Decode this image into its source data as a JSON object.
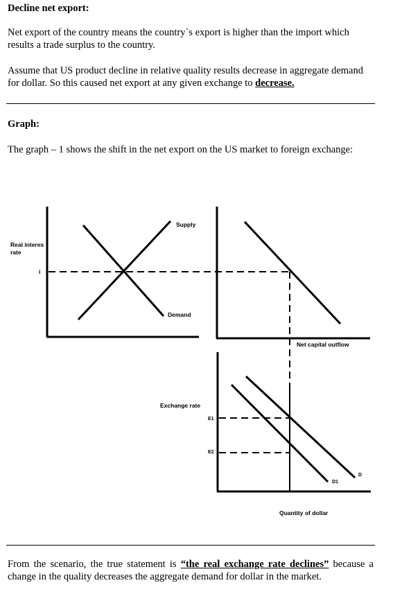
{
  "heading": "Decline net export:",
  "para1": "Net export of the country means the country`s export is higher than the import which results a trade surplus to the country.",
  "para2_prefix": "Assume that US product decline in relative quality results decrease in aggregate demand for dollar. So this caused net export at any given exchange to ",
  "para2_emph": "decrease.",
  "graph_heading": "Graph:",
  "graph_intro": "The graph – 1 shows the shift in the net export on the US market to foreign exchange:",
  "graph": {
    "real_interest_label_1": "Real interes",
    "real_interest_label_2": "rate",
    "i_label": "i",
    "supply_label": "Supply",
    "demand_label": "Demand",
    "net_capital_outflow_label": "Net capital outflow",
    "exchange_rate_label": "Exchange rate",
    "e1_label": "E1",
    "e2_label": "E2",
    "d_label": "D",
    "d1_label": "D1",
    "quantity_label": "Quantity of dollar"
  },
  "conclusion_prefix": "From the scenario, the true statement is ",
  "conclusion_emph": "“the real exchange rate declines”",
  "conclusion_suffix": " because a change in the quality decreases the aggregate demand for dollar in the market."
}
